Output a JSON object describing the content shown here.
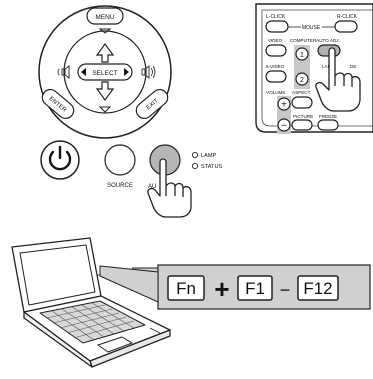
{
  "panel": {
    "menu": "MENU",
    "select": "SELECT",
    "enter": "ENTER",
    "exit": "EXIT",
    "source": "SOURCE",
    "auto_partial": "AU",
    "lamp": "LAMP",
    "status": "STATUS"
  },
  "remote": {
    "l_click": "L-CLICK",
    "r_click": "R-CLICK",
    "mouse": "MOUSE",
    "video": "VIDEO",
    "computer": "COMPUTER",
    "auto_adj": "AUTO ADJ.",
    "one": "1",
    "s_video": "S-VIDEO",
    "two": "2",
    "lamp_mode_partial": "LAM",
    "lamp_mode_end": "DE",
    "volume": "VOLUME",
    "aspect": "ASPECT",
    "plus": "+",
    "minus": "−",
    "picture": "PICTURE",
    "freeze": "FREEZE"
  },
  "keys": {
    "fn": "Fn",
    "plus": "+",
    "f1": "F1",
    "dash": "−",
    "f12": "F12"
  }
}
